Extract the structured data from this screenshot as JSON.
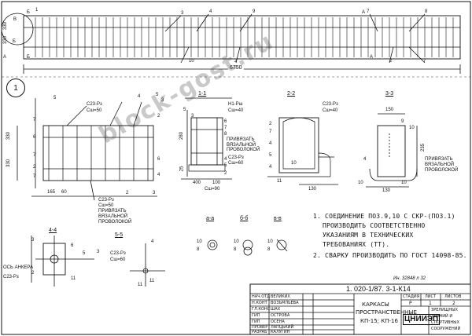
{
  "top_view": {
    "dimension_overall": "6750",
    "left_dims": [
      "330",
      "330"
    ],
    "left_marks": [
      "В",
      "Б",
      "А"
    ],
    "left_letters": [
      "Б",
      "Б"
    ],
    "right_letters": [
      "А",
      "А"
    ],
    "callouts_top": [
      "1",
      "3",
      "4",
      "9",
      "7",
      "8"
    ],
    "callouts_bottom": [
      "10",
      "2",
      "2",
      "7"
    ]
  },
  "section_1": {
    "label": "1"
  },
  "view_1": {
    "weld_label": "С23-Рз",
    "weld_size": "Сш=50",
    "dims_left": [
      "330",
      "330"
    ],
    "dim_bottom_1": "165",
    "dim_bottom_2": "60",
    "callouts": [
      "5",
      "7",
      "6",
      "7",
      "2",
      "7",
      "4",
      "5",
      "3",
      "2",
      "6",
      "4",
      "3",
      "2"
    ],
    "tie_note_1": "С23-Рз",
    "tie_note_2": "Сш=50",
    "tie_note_3": "ПРИВЯЗАТЬ",
    "tie_note_4": "ВЯЗАЛЬНОЙ",
    "tie_note_5": "ПРОВОЛОКОЙ"
  },
  "section_1_1": {
    "title": "1-1",
    "weld_label": "Н1-Рш",
    "weld_size": "Сш=40",
    "dim_v": "280",
    "dim_v2": "25",
    "dims_bottom": [
      "400",
      "100"
    ],
    "callouts": [
      "5",
      "3",
      "6",
      "7",
      "8",
      "4",
      "5",
      "2"
    ],
    "tie_note": "ПРИВЯЗАТЬ ВЯЗАЛЬНОЙ ПРОВОЛОКОЙ",
    "weld2_label": "С23-Рз",
    "weld2_size": "Сш=60",
    "weld3_size": "Сш=90"
  },
  "section_2_2": {
    "title": "2-2",
    "weld_label": "С23-Рз",
    "weld_size": "Сш=40",
    "callouts": [
      "2",
      "7",
      "4",
      "5",
      "4",
      "10",
      "11"
    ],
    "dim_bottom": "130"
  },
  "section_3_3": {
    "title": "3-3",
    "dim_top": "150",
    "dim_v": "235",
    "callouts": [
      "9",
      "10",
      "4",
      "10",
      "10"
    ],
    "tie_note_1": "ПРИВЯЗАТЬ",
    "tie_note_2": "ВЯЗАЛЬНОЙ",
    "tie_note_3": "ПРОВОЛОКОЙ",
    "dim_bottom": "130"
  },
  "small_sections": {
    "a_a": "а-а",
    "b_b": "б-б",
    "v_v": "в-в",
    "a_dims": [
      "10",
      "8"
    ],
    "b_dims": [
      "10",
      "8"
    ],
    "v_dims": [
      "10",
      "8"
    ]
  },
  "section_4_4": {
    "title": "4-4",
    "callouts": [
      "3",
      "6",
      "5",
      "11",
      "2"
    ],
    "note_1": "ОСЬ АНКЕРА",
    "note_2": "С23-Рз"
  },
  "section_5_5": {
    "title": "5-5",
    "weld_label": "С23-Рз",
    "weld_size": "Сш=60",
    "callouts": [
      "3",
      "4",
      "11",
      "11"
    ]
  },
  "notes": {
    "line1": "1. СОЕДИНЕНИЕ ПОЗ.9,10 С СКР-(ПОЗ.1)",
    "line2": "ПРОИЗВОДИТЬ СООТВЕТСТВЕННО",
    "line3": "УКАЗАНИЯМ В ТЕХНИЧЕСКИХ",
    "line4": "ТРЕБОВАНИЯХ (ТТ).",
    "line5": "2. СВАРКУ ПРОИЗВОДИТЬ ПО ГОСТ 14098-85."
  },
  "inventory_note": "Ин. 32848 л 32",
  "title_block": {
    "doc_code": "1. 020-1/87. 3-1-К14",
    "title_1": "КАРКАСЫ",
    "title_2": "ПРОСТРАНСТВЕННЫЕ",
    "title_3": "КП-15; КП-16",
    "org": "ЦНИИЭП",
    "stage_h": "СТАДИЯ",
    "sheet_h": "ЛИСТ",
    "sheets_h": "ЛИСТОВ",
    "stage": "Р",
    "sheet": "1",
    "sheets": "2",
    "roles": [
      "НАЧ.ОТД",
      "Н.КОНТ",
      "ГЛ.КОНС",
      "ГИП",
      "ГИП",
      "ПРОВЕР",
      "РАЗРАБ"
    ],
    "names": [
      "ВЕЛИКИХ",
      "ВОЗЬМЛЬЕВА",
      "ШАХ",
      "ОСТРОВА",
      "ОСЕНА",
      "ЛАПЦЬКИЙ",
      "КАЛУГИН"
    ],
    "org_sub": [
      "ЗРЕЛИЩНЫХ",
      "ЗДАНИЙ И",
      "СПОРТИВНЫХ",
      "СООРУЖЕНИЙ"
    ]
  },
  "watermark": "block-gost.ru"
}
